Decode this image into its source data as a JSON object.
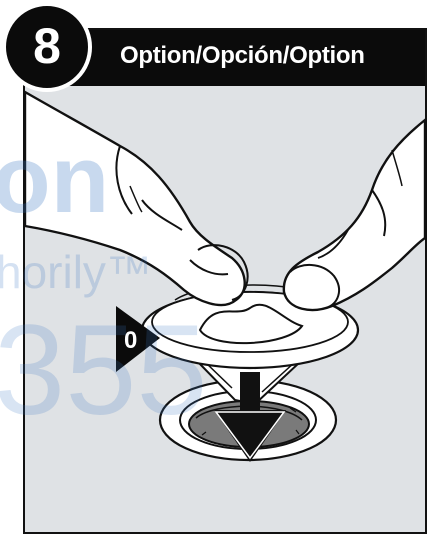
{
  "step": {
    "number": "8"
  },
  "header": {
    "title": "Option/Opción/Option"
  },
  "callout": {
    "label": "0"
  },
  "watermark": {
    "text": "on horily™ 355"
  },
  "colors": {
    "panel_bg": "#dfe2e5",
    "header_bg": "#0b0b0b",
    "drain_dark": "#7a7a7a"
  },
  "icons": {
    "arrow": "down-arrow-icon"
  }
}
